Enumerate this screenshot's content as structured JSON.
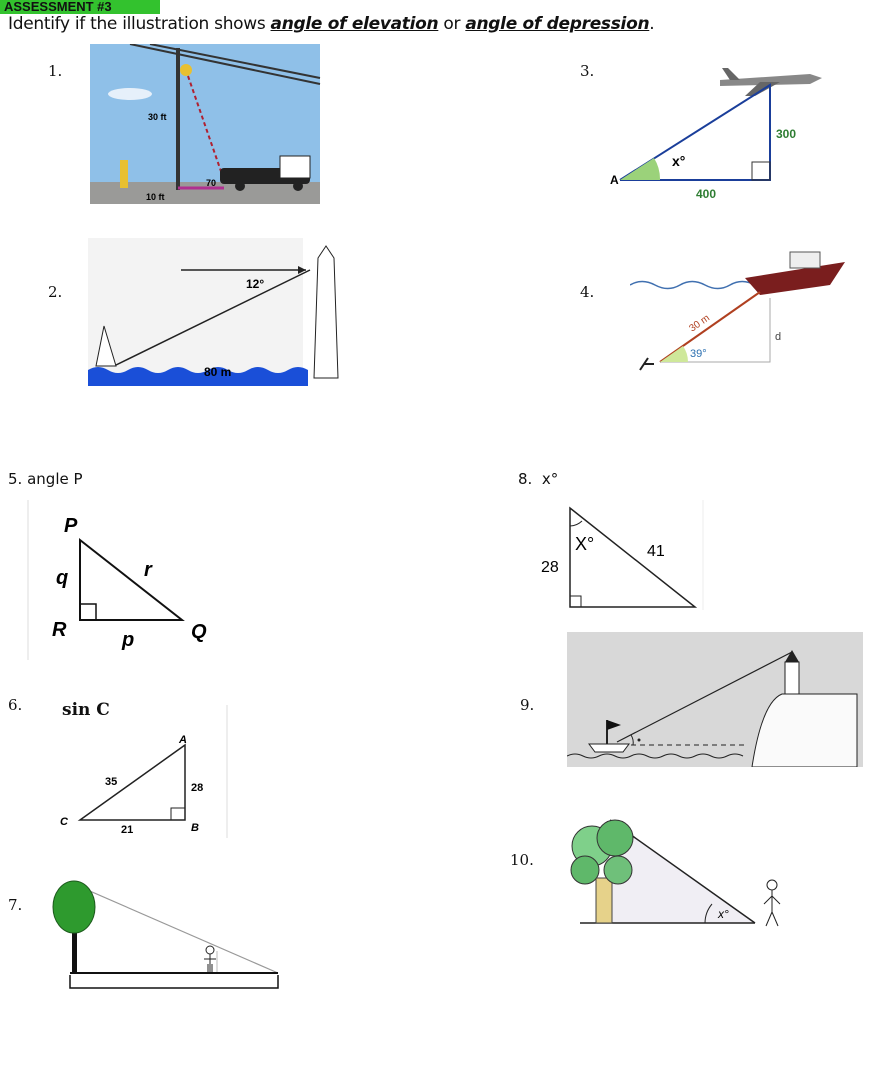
{
  "header": {
    "title": "ASSESSMENT #3"
  },
  "instruction": {
    "prefix": "Identify if the illustration  shows ",
    "option_1": "angle of elevation",
    "middle": " or ",
    "option_2": "angle of depression",
    "suffix": "."
  },
  "items": [
    {
      "number": "1.",
      "labels": [
        "30 ft",
        "10 ft",
        "70"
      ]
    },
    {
      "number": "2.",
      "labels": [
        "12°",
        "80 m"
      ]
    },
    {
      "number": "3.",
      "labels": [
        "x°",
        "300",
        "400",
        "A"
      ]
    },
    {
      "number": "4.",
      "labels": [
        "30 m",
        "39°",
        "d"
      ]
    },
    {
      "number": "5.",
      "prompt": "angle P",
      "labels": [
        "P",
        "q",
        "r",
        "R",
        "p",
        "Q"
      ]
    },
    {
      "number": "6.",
      "prompt": "sin C",
      "labels": [
        "A",
        "35",
        "28",
        "C",
        "21",
        "B"
      ]
    },
    {
      "number": "7.",
      "labels": []
    },
    {
      "number": "8.",
      "prompt": "x°",
      "labels": [
        "X°",
        "41",
        "28"
      ]
    },
    {
      "number": "9.",
      "labels": []
    },
    {
      "number": "10.",
      "labels": [
        "x°"
      ]
    }
  ],
  "colors": {
    "header_bg": "#33c22e",
    "label_green": "#2e7d32",
    "water_blue": "#1a4fd8",
    "tree_green": "#2e9a2e"
  }
}
